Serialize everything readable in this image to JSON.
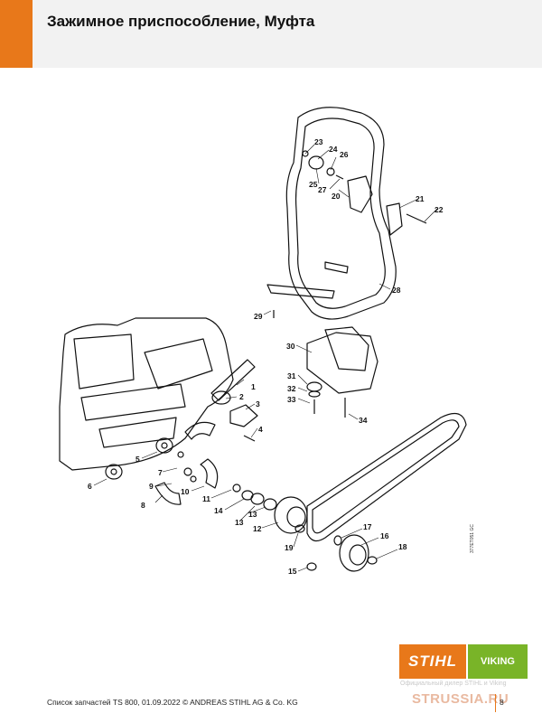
{
  "header": {
    "title": "Зажимное приспособление, Муфта"
  },
  "callouts": [
    "1",
    "2",
    "3",
    "4",
    "5",
    "6",
    "7",
    "8",
    "9",
    "10",
    "11",
    "12",
    "13",
    "13",
    "14",
    "15",
    "16",
    "17",
    "18",
    "19",
    "20",
    "21",
    "22",
    "23",
    "24",
    "25",
    "26",
    "27",
    "28",
    "29",
    "30",
    "31",
    "32",
    "33",
    "34"
  ],
  "diagram_code": "377ET051 GC",
  "logos": {
    "stihl": "STIHL",
    "viking": "VIKING"
  },
  "dealer_text": "Официальный дилер STIHL и Viking",
  "watermark_site": "STRUSSIA.RU",
  "footer": {
    "text": "Список запчастей TS 800, 01.09.2022 © ANDREAS STIHL AG & Co. KG",
    "page": "8"
  }
}
